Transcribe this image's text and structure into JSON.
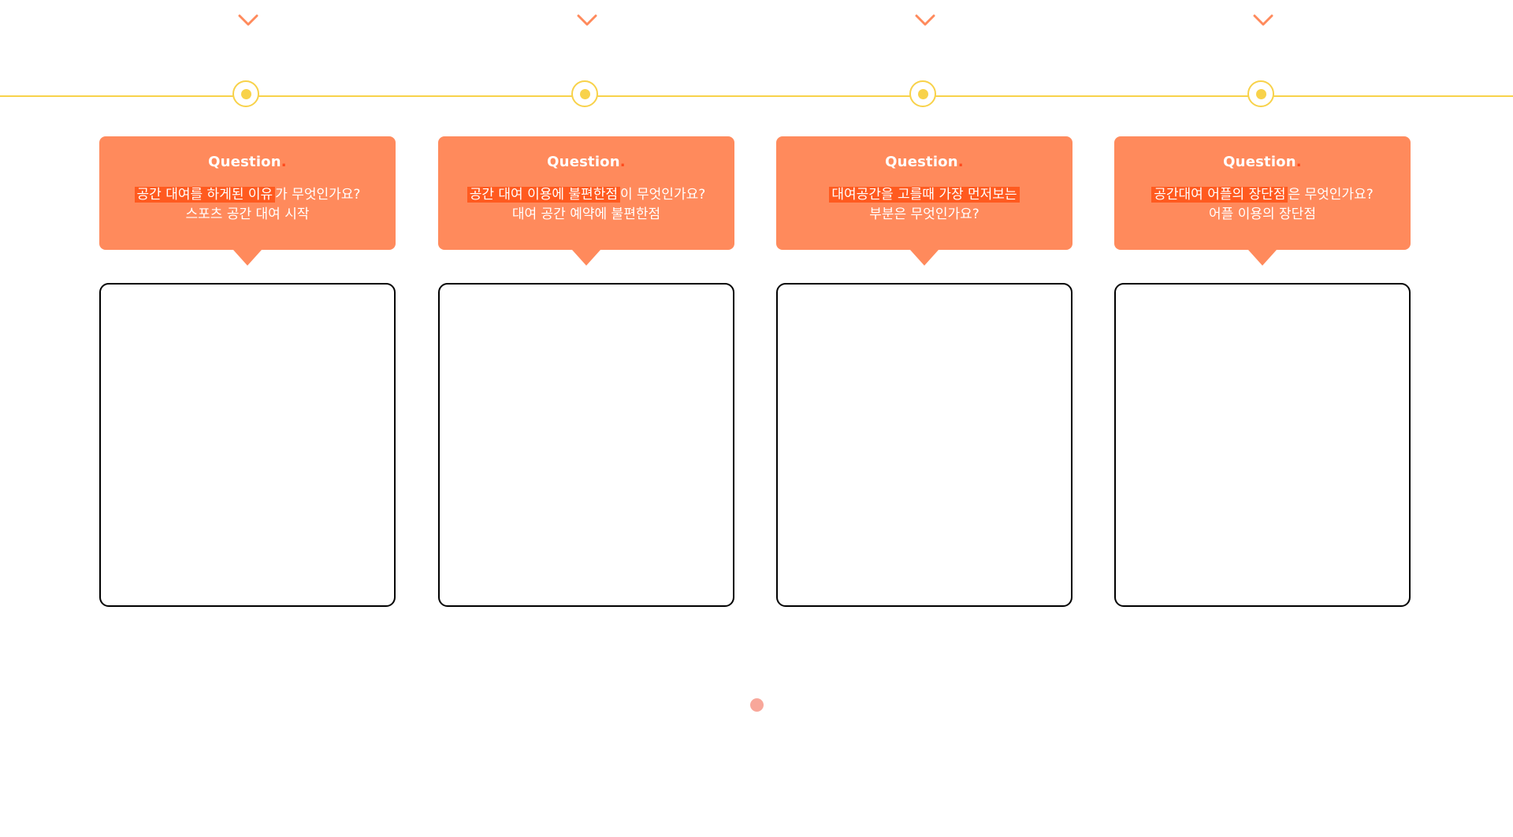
{
  "colors": {
    "accent_orange": "#ff8a5c",
    "highlight_orange": "#ff5a1f",
    "timeline_yellow": "#f8d24a",
    "pager_pink": "#f8a79a"
  },
  "columns": [
    {
      "label": "Question",
      "label_dot": ".",
      "line1_highlight": "공간 대여를 하게된 이유",
      "line1_rest": "가 무엇인가요?",
      "line2": "스포츠 공간 대여 시작"
    },
    {
      "label": "Question",
      "label_dot": ".",
      "line1_highlight": "공간 대여 이용에 불편한점",
      "line1_rest": "이 무엇인가요?",
      "line2": "대여 공간 예약에 불편한점"
    },
    {
      "label": "Question",
      "label_dot": ".",
      "line1_highlight": "대여공간을 고를때 가장 먼저보는",
      "line1_rest": "",
      "line2": "부분은 무엇인가요?"
    },
    {
      "label": "Question",
      "label_dot": ".",
      "line1_highlight": "공간대여 어플의 장단점",
      "line1_rest": "은 무엇인가요?",
      "line2": "어플 이용의 장단점"
    }
  ],
  "pager": {
    "current": 1,
    "total": 1
  }
}
